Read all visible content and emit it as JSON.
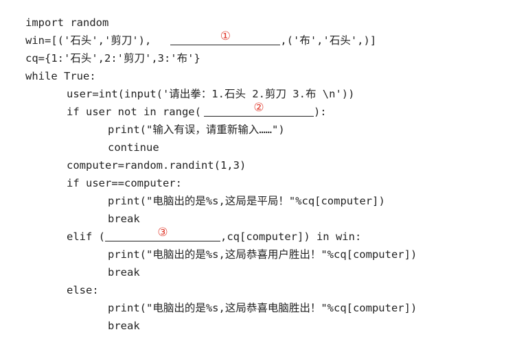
{
  "code": {
    "l1": "import random",
    "l2_pre": "win=[('石头','剪刀'),",
    "l2_post": ",('布','石头',)]",
    "l3": "cq={1:'石头',2:'剪刀',3:'布'}",
    "l4": "while True:",
    "l5": "user=int(input('请出拳：1.石头 2.剪刀 3.布 \\n'))",
    "l6_pre": "if user not in range(",
    "l6_post": "):",
    "l7": "print(\"输入有误，请重新输入……\")",
    "l8": "continue",
    "l9": "computer=random.randint(1,3)",
    "l10": "if user==computer:",
    "l11": "print(\"电脑出的是%s,这局是平局！\"%cq[computer])",
    "l12": "break",
    "l13_pre": "elif (",
    "l13_post": ",cq[computer]) in win:",
    "l14": "print(\"电脑出的是%s,这局恭喜用户胜出！\"%cq[computer])",
    "l15": "break",
    "l16": "else:",
    "l17": "print(\"电脑出的是%s,这局恭喜电脑胜出！\"%cq[computer])",
    "l18": "break"
  },
  "blanks": {
    "b1": "①",
    "b2": "②",
    "b3": "③"
  },
  "colors": {
    "text": "#222222",
    "blank_number": "#e03c2f",
    "background": "#ffffff"
  }
}
